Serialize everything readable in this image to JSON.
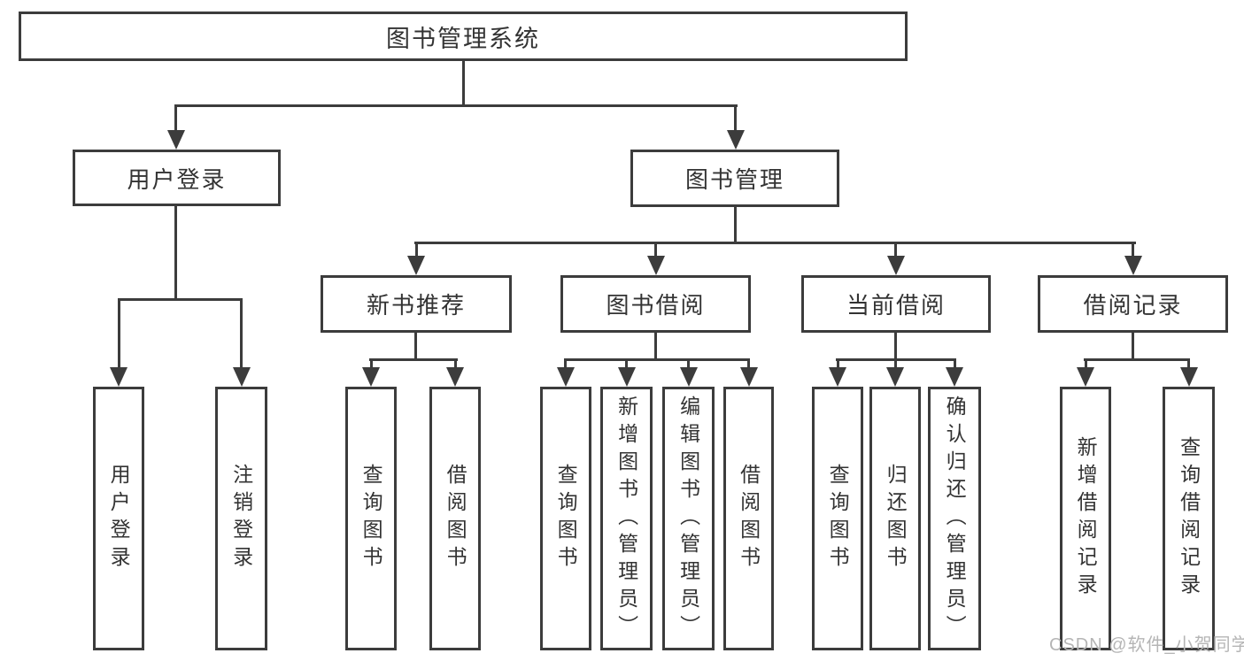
{
  "colors": {
    "line": "#3c3c3c",
    "text": "#333333",
    "background": "#ffffff",
    "watermark": "#b5b5b5"
  },
  "watermark": {
    "text": "CSDN @软件_小贺同学"
  },
  "tree": {
    "label": "图书管理系统",
    "children": [
      {
        "label": "用户登录",
        "children": [
          {
            "label": "用户登录"
          },
          {
            "label": "注销登录"
          }
        ]
      },
      {
        "label": "图书管理",
        "children": [
          {
            "label": "新书推荐",
            "children": [
              {
                "label": "查询图书"
              },
              {
                "label": "借阅图书"
              }
            ]
          },
          {
            "label": "图书借阅",
            "children": [
              {
                "label": "查询图书"
              },
              {
                "label": "新增图书（管理员）"
              },
              {
                "label": "编辑图书（管理员）"
              },
              {
                "label": "借阅图书"
              }
            ]
          },
          {
            "label": "当前借阅",
            "children": [
              {
                "label": "查询图书"
              },
              {
                "label": "归还图书"
              },
              {
                "label": "确认归还（管理员）"
              }
            ]
          },
          {
            "label": "借阅记录",
            "children": [
              {
                "label": "新增借阅记录"
              },
              {
                "label": "查询借阅记录"
              }
            ]
          }
        ]
      }
    ]
  }
}
